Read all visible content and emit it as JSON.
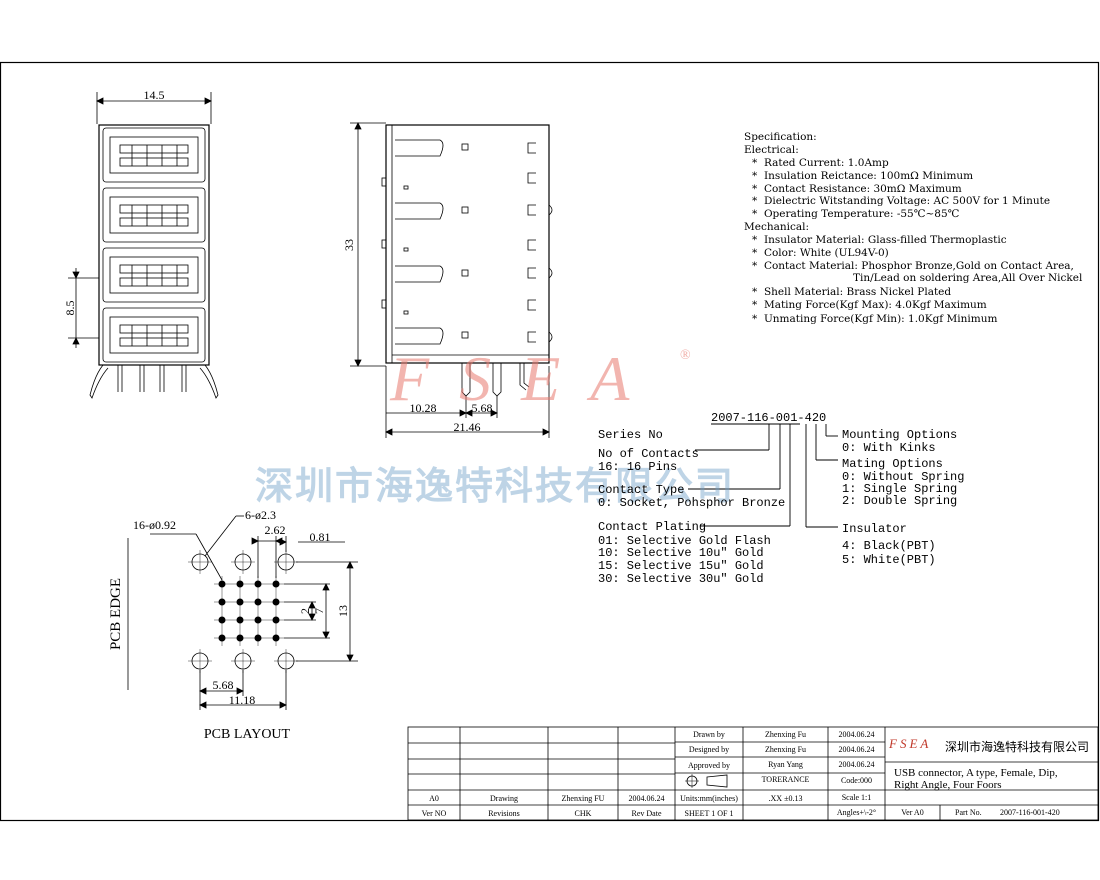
{
  "front_view": {
    "width_dim": "14.5",
    "pitch_dim": "8.5"
  },
  "side_view": {
    "height_dim": "33",
    "dim_a": "10.28",
    "dim_b": "5.68",
    "depth_dim": "21.46"
  },
  "pcb_layout": {
    "title": "PCB LAYOUT",
    "edge_label": "PCB EDGE",
    "pin_holes": "16-ø0.92",
    "mount_holes": "6-ø2.3",
    "dim_262": "2.62",
    "dim_081": "0.81",
    "dim_2": "2",
    "dim_7": "7",
    "dim_13": "13",
    "dim_568": "5.68",
    "dim_1118": "11.18"
  },
  "specification": {
    "heading": "Specification:",
    "electrical_heading": "Electrical:",
    "electrical": [
      "Rated Current: 1.0Amp",
      "Insulation Reictance: 100mΩ Minimum",
      "Contact Resistance: 30mΩ Maximum",
      "Dielectric Witstanding Voltage: AC 500V for 1 Minute",
      "Operating Temperature: -55℃~85℃"
    ],
    "mechanical_heading": "Mechanical:",
    "mechanical": [
      "Insulator Material: Glass-filled Thermoplastic",
      "Color: White  (UL94V-0)",
      "Contact Material: Phosphor Bronze,Gold on Contact Area,",
      "Tin/Lead on soldering Area,All Over Nickel",
      "Shell Material: Brass Nickel Plated",
      "Mating Force(Kgf Max): 4.0Kgf Maximum",
      "Unmating Force(Kgf Min): 1.0Kgf Minimum"
    ]
  },
  "part_number": {
    "code": "2007-116-001-420",
    "series": "Series No",
    "contacts_label": "No of Contacts",
    "contacts_value": "16: 16 Pins",
    "type_label": "Contact Type",
    "type_value": "0: Socket, Pohsphor Bronze",
    "plating_label": "Contact Plating",
    "plating_values": [
      "01: Selective Gold Flash",
      "10: Selective 10u\" Gold",
      "15: Selective 15u\" Gold",
      "30: Selective 30u\" Gold"
    ],
    "mounting_label": "Mounting Options",
    "mounting_value": "0: With Kinks",
    "mating_label": "Mating Options",
    "mating_values": [
      "0: Without Spring",
      "1: Single Spring",
      "2: Double Spring"
    ],
    "insulator_label": "Insulator",
    "insulator_values": [
      "4: Black(PBT)",
      "5: White(PBT)"
    ]
  },
  "watermark": {
    "logo": "FSEA",
    "registered": "®",
    "company": "深圳市海逸特科技有限公司"
  },
  "title_block": {
    "drawn_by_label": "Drawn   by",
    "drawn_by": "Zhenxing Fu",
    "drawn_date": "2004.06.24",
    "designed_by_label": "Designed by",
    "designed_by": "Zhenxing Fu",
    "designed_date": "2004.06.24",
    "approved_by_label": "Approved by",
    "approved_by": "Ryan Yang",
    "approved_date": "2004.06.24",
    "tolerance_label": "TORERANCE",
    "tolerance_value": ".XX   ±0.13",
    "code": "Code:000",
    "scale": "Scale 1:1",
    "angles": "Angles+\\-2°",
    "units": "Units:mm(inches)",
    "sheet": "SHEET 1 OF 1",
    "rev_ver": "A0",
    "rev_type": "Drawing",
    "rev_by": "Zhenxing FU",
    "rev_date": "2004.06.24",
    "hdr_ver": "Ver NO",
    "hdr_rev": "Revisions",
    "hdr_chk": "CHK",
    "hdr_date": "Rev Date",
    "company_logo": "FSEA",
    "company_name": "深圳市海逸特科技有限公司",
    "desc_line1": "USB connector, A type, Female, Dip,",
    "desc_line2": "Right Angle, Four Foors",
    "ver": "Ver A0",
    "part_no_label": "Part No.",
    "part_no": "2007-116-001-420"
  }
}
